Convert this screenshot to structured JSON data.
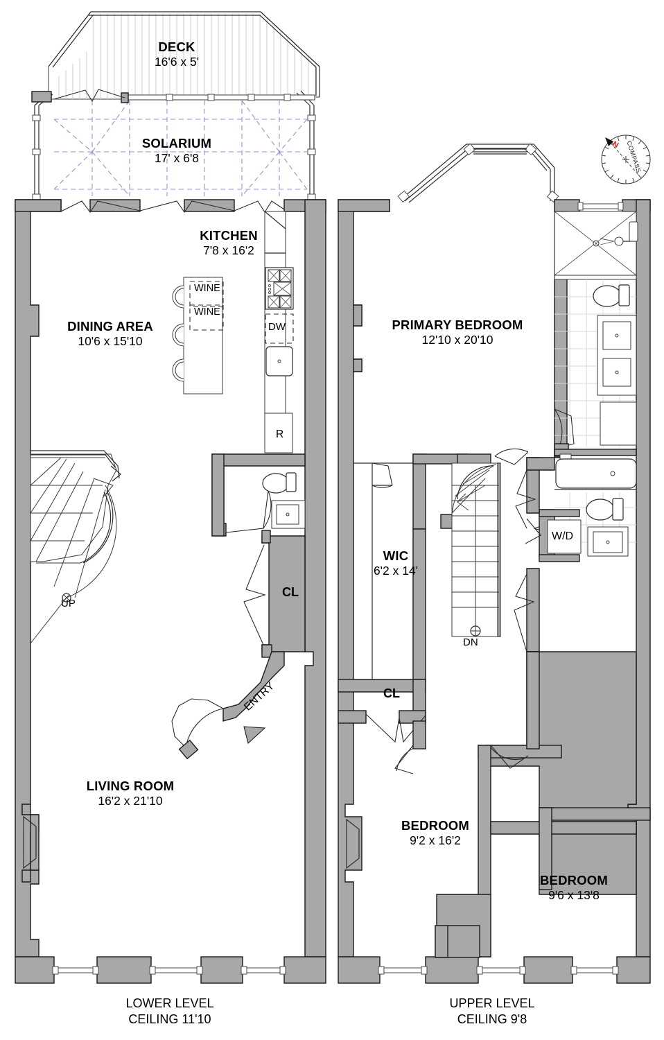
{
  "document": {
    "type": "real-estate-floor-plan",
    "levels": [
      {
        "id": "lower",
        "caption_line1": "LOWER LEVEL",
        "caption_line2": "CEILING 11'10",
        "rooms": [
          {
            "name": "DECK",
            "dimensions": "16'6 x 5'"
          },
          {
            "name": "SOLARIUM",
            "dimensions": "17' x 6'8"
          },
          {
            "name": "KITCHEN",
            "dimensions": "7'8 x 16'2"
          },
          {
            "name": "DINING AREA",
            "dimensions": "10'6 x 15'10"
          },
          {
            "name": "LIVING ROOM",
            "dimensions": "16'2 x 21'10"
          }
        ],
        "tags": [
          {
            "label": "WINE"
          },
          {
            "label": "WINE"
          },
          {
            "label": "DW"
          },
          {
            "label": "R"
          },
          {
            "label": "CL"
          },
          {
            "label": "UP"
          },
          {
            "label": "ENTRY"
          }
        ]
      },
      {
        "id": "upper",
        "caption_line1": "UPPER LEVEL",
        "caption_line2": "CEILING 9'8",
        "rooms": [
          {
            "name": "PRIMARY BEDROOM",
            "dimensions": "12'10 x 20'10"
          },
          {
            "name": "WIC",
            "dimensions": "6'2 x 14'"
          },
          {
            "name": "BEDROOM",
            "dimensions": "9'2 x 16'2"
          },
          {
            "name": "BEDROOM",
            "dimensions": "9'6 x 13'8"
          }
        ],
        "tags": [
          {
            "label": "W/D"
          },
          {
            "label": "CL"
          },
          {
            "label": "DN"
          }
        ]
      }
    ],
    "compass": {
      "word": "COMPASS",
      "north_label": "N"
    },
    "colors": {
      "wall_fill": "#a8a8a8",
      "wall_stroke": "#1a1a1a",
      "glass_grid": "#8f96cf",
      "north_red": "#cc2222",
      "background": "#ffffff"
    }
  }
}
